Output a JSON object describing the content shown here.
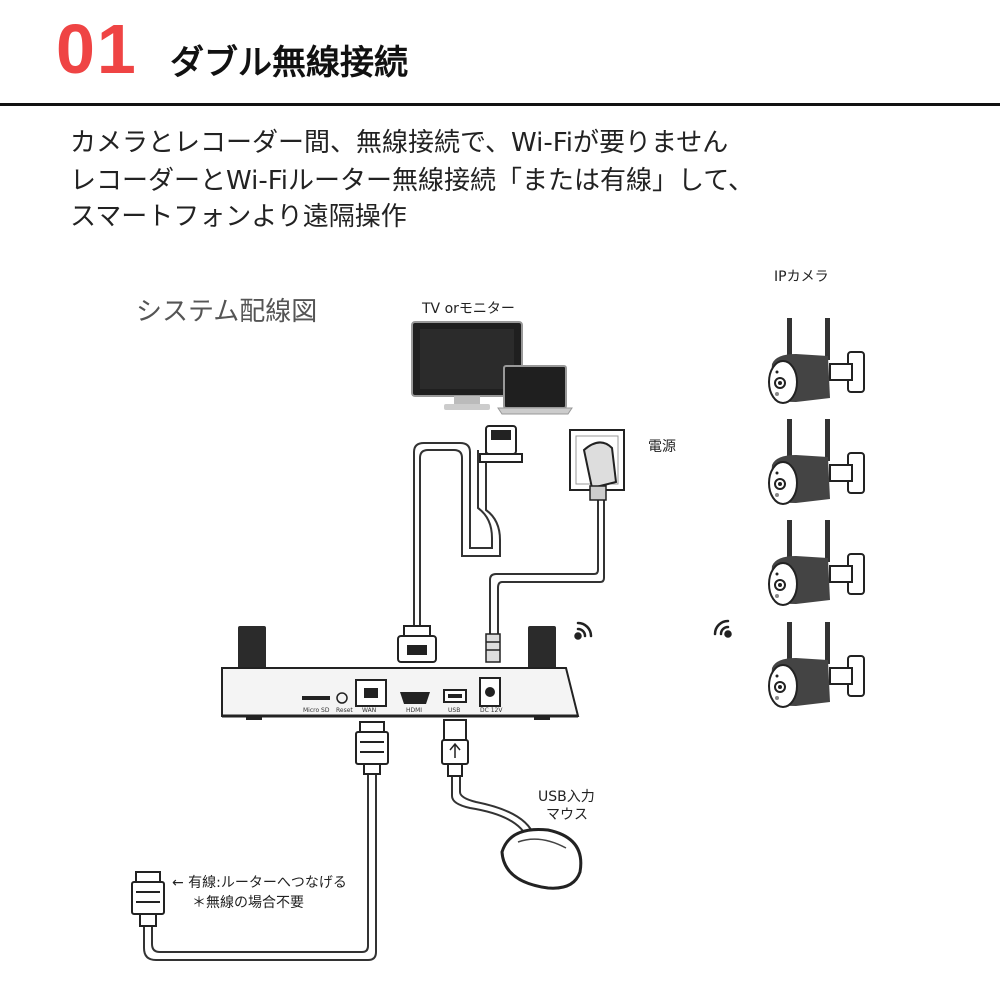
{
  "header": {
    "number": "01",
    "title": "ダブル無線接続"
  },
  "description": {
    "lines": [
      "カメラとレコーダー間、無線接続で、Wi-Fiが要りません",
      "レコーダーとWi-Fiルーター無線接続「または有線」して、",
      "スマートフォンより遠隔操作"
    ]
  },
  "diagram": {
    "title": "システム配線図",
    "labels": {
      "monitor": "TV orモニター",
      "cameras": "IPカメラ",
      "power": "電源",
      "usb_line1": "USB入力",
      "usb_line2": "マウス",
      "router_line1": "← 有線:ルーターへつなげる",
      "router_line2": "＊無線の場合不要"
    },
    "ports": {
      "microsd": "Micro SD",
      "reset": "Reset",
      "wan": "WAN",
      "hdmi": "HDMI",
      "usb": "USB",
      "dc": "DC 12V"
    }
  },
  "colors": {
    "accent": "#ef4444",
    "text": "#222222"
  }
}
